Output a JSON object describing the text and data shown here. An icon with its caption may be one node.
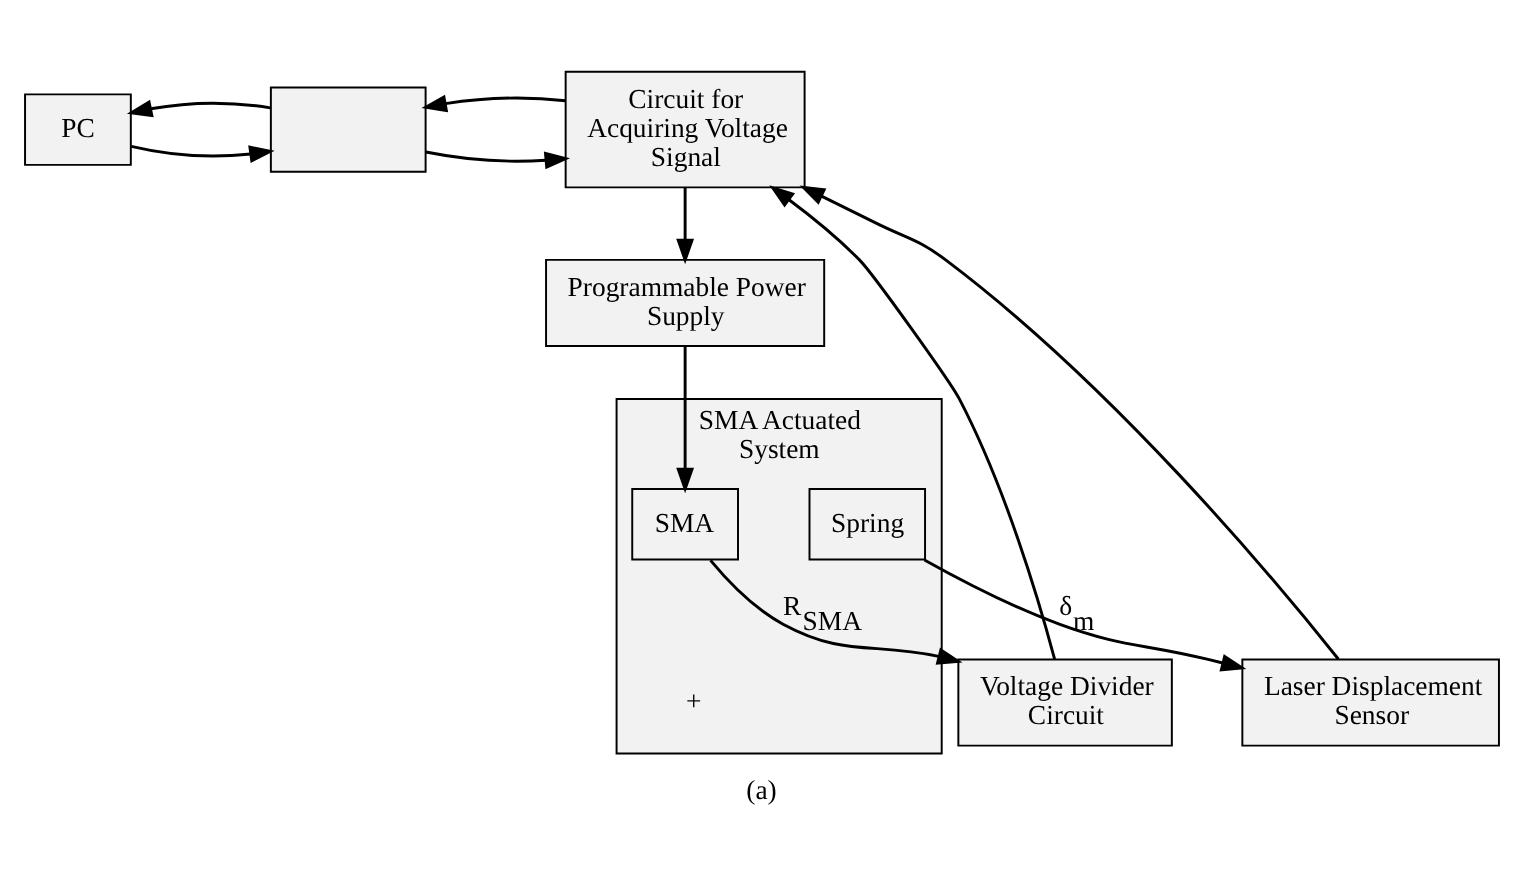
{
  "diagram": {
    "caption": "(a)",
    "nodes": [
      {
        "text": [
          "PC"
        ]
      },
      {
        "text": [],
        "shape": "box"
      },
      {
        "text": [
          "Circuit for Acquiring Voltage Signal"
        ]
      },
      {
        "text": [
          "Programmable Power Supply"
        ]
      },
      {
        "text": [
          "SMA Actuated System"
        ]
      },
      {
        "text": [
          "SMA"
        ],
        "in": 4
      },
      {
        "text": [
          "Spring"
        ],
        "in": 4
      },
      {
        "text": [
          "Voltage Divider Circuit"
        ]
      },
      {
        "text": [
          "Laser Displacement Sensor"
        ]
      }
    ],
    "edges": [
      {
        "from": 0,
        "to": 1,
        "arrow": "to"
      },
      {
        "from": 1,
        "to": 0,
        "arrow": "to"
      },
      {
        "from": 1,
        "to": 2,
        "arrow": "to"
      },
      {
        "from": 2,
        "to": 1,
        "arrow": "to"
      },
      {
        "from": 2,
        "to": 3,
        "arrow": "to"
      },
      {
        "from": 3,
        "to": 5,
        "arrow": "to"
      },
      {
        "from": 5,
        "to": 7,
        "arrow": "to",
        "label": "R$_{SMA}$"
      },
      {
        "from": 6,
        "to": 8,
        "arrow": "to",
        "label": "δ$_{m}$"
      },
      {
        "from": 8,
        "to": 2,
        "arrow": "to"
      },
      {
        "from": 7,
        "to": 2,
        "arrow": "to"
      }
    ],
    "labels": [
      "+"
    ]
  }
}
